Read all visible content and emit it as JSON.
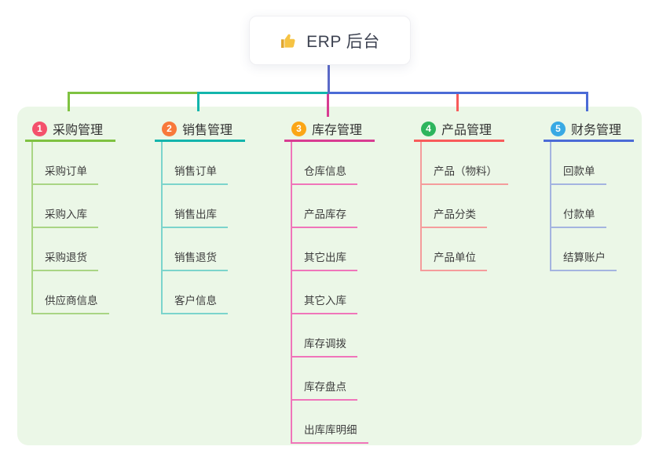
{
  "root": {
    "title": "ERP 后台",
    "icon": "thumbs-up-icon",
    "icon_color": "#f6c343",
    "trunk_color": "#5b6ac8"
  },
  "panel": {
    "background": "#ebf7e7"
  },
  "branches": [
    {
      "num": "1",
      "title": "采购管理",
      "badge_color": "#f4516c",
      "line_color": "#7fc241",
      "light_color": "#a9d584",
      "children": [
        "采购订单",
        "采购入库",
        "采购退货",
        "供应商信息"
      ]
    },
    {
      "num": "2",
      "title": "销售管理",
      "badge_color": "#f8793b",
      "line_color": "#13b5ac",
      "light_color": "#7bd4cc",
      "children": [
        "销售订单",
        "销售出库",
        "销售退货",
        "客户信息"
      ]
    },
    {
      "num": "3",
      "title": "库存管理",
      "badge_color": "#fba616",
      "line_color": "#d83c92",
      "light_color": "#f075ba",
      "children": [
        "仓库信息",
        "产品库存",
        "其它出库",
        "其它入库",
        "库存调拨",
        "库存盘点",
        "出库库明细"
      ]
    },
    {
      "num": "4",
      "title": "产品管理",
      "badge_color": "#2db55d",
      "line_color": "#f85b5b",
      "light_color": "#f59c9c",
      "children": [
        "产品（物料）",
        "产品分类",
        "产品单位"
      ]
    },
    {
      "num": "5",
      "title": "财务管理",
      "badge_color": "#38a9e4",
      "line_color": "#4b6bd6",
      "light_color": "#a4b4e0",
      "children": [
        "回款单",
        "付款单",
        "结算账户"
      ]
    }
  ]
}
